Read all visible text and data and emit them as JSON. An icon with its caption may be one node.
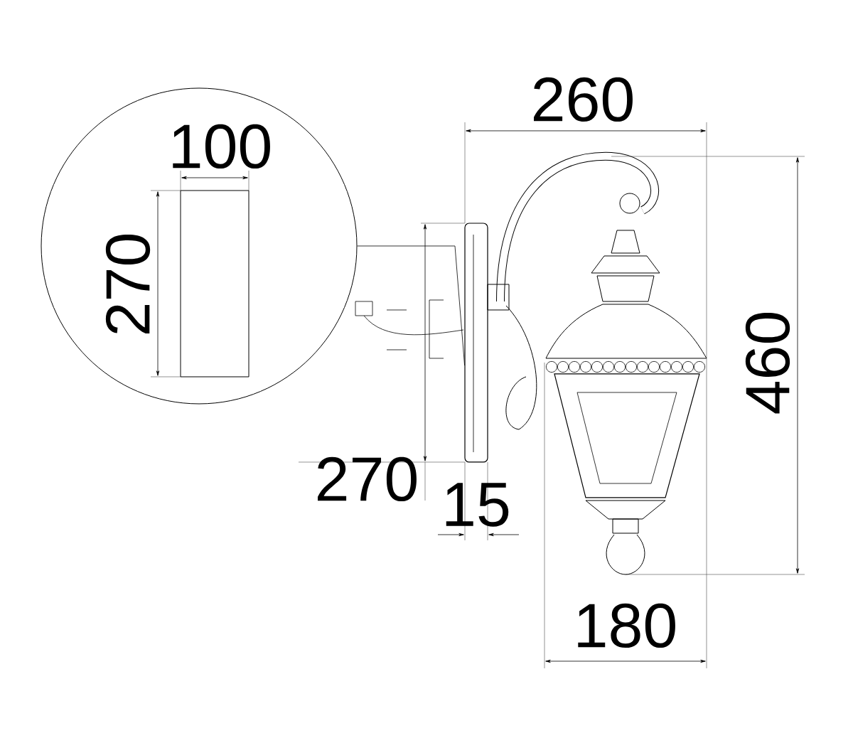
{
  "diagram": {
    "nodes": [
      {
        "text": [],
        "shape": "circle"
      },
      {
        "text": [],
        "shape": "box",
        "in": 0
      },
      {
        "text": [],
        "shape": "picture"
      }
    ],
    "edges": [
      {
        "from": 0,
        "to": 2,
        "arrow": "none"
      }
    ],
    "labels": [
      "260",
      "100",
      "270",
      "460",
      "270",
      "15",
      "180"
    ]
  }
}
